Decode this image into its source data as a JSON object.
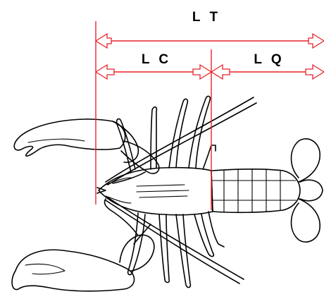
{
  "labels": {
    "total_length": "L T",
    "carapace_length": "L C",
    "tail_length": "L Q"
  },
  "colors": {
    "measure_lines": "#e8232a",
    "drawing": "#000000",
    "background": "#ffffff"
  }
}
